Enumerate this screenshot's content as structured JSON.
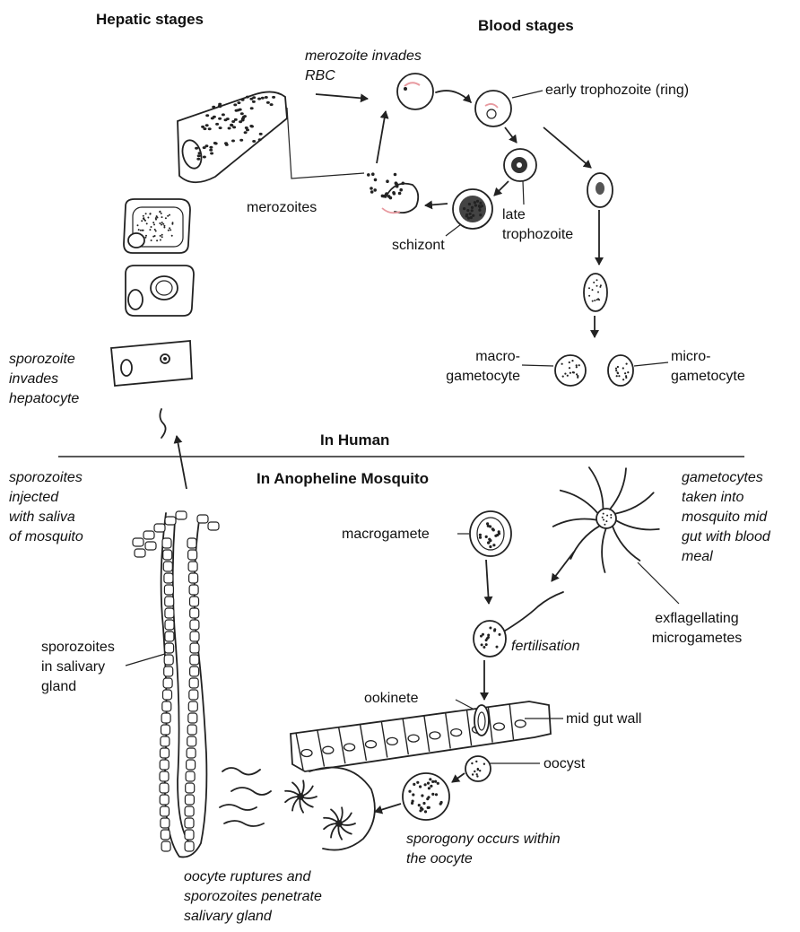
{
  "headings": {
    "hepatic": "Hepatic stages",
    "blood": "Blood stages",
    "human": "In Human",
    "mosquito": "In Anopheline Mosquito"
  },
  "labels": {
    "merozoite_invades": "merozoite invades\nRBC",
    "early_trophozoite": "early trophozoite (ring)",
    "merozoites": "merozoites",
    "late_trophozoite": "late\ntrophozoite",
    "schizont": "schizont",
    "macrogametocyte": "macro-\ngametocyte",
    "microgametocyte": "micro-\ngametocyte",
    "sporozoite_invades": "sporozoite\ninvades\nhepatocyte",
    "sporozoites_injected": "sporozoites\ninjected\nwith saliva\nof mosquito",
    "macrogamete": "macrogamete",
    "gametocytes_taken": "gametocytes\ntaken into\nmosquito mid\ngut with blood\nmeal",
    "exflagellating": "exflagellating\nmicrogametes",
    "sporozoites_salivary": "sporozoites\nin salivary\ngland",
    "fertilisation": "fertilisation",
    "ookinete": "ookinete",
    "mid_gut_wall": "mid gut wall",
    "oocyst": "oocyst",
    "sporogony": "sporogony occurs within\nthe oocyte",
    "oocyte_ruptures": "oocyte ruptures and\nsporozoites penetrate\nsalivary gland"
  },
  "colors": {
    "ink": "#222222",
    "background": "#ffffff",
    "ring_tint": "#e89aa0"
  }
}
